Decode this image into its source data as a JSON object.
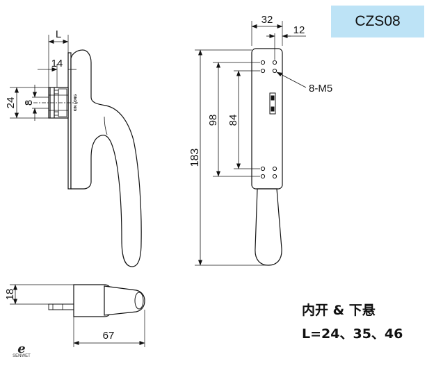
{
  "product_code": "CZS08",
  "notes": {
    "line1": "内开 & 下悬",
    "line2": "L=24、35、46"
  },
  "dimensions": {
    "side_L": "L",
    "side_14": "14",
    "side_24": "24",
    "side_8": "8",
    "brand_mark": "KIN LONG",
    "front_32": "32",
    "front_12": "12",
    "front_98": "98",
    "front_84": "84",
    "front_183": "183",
    "thread": "8-M5",
    "bottom_18": "18",
    "bottom_67": "67"
  },
  "logo": {
    "letter": "e",
    "caption": "SENWET"
  }
}
